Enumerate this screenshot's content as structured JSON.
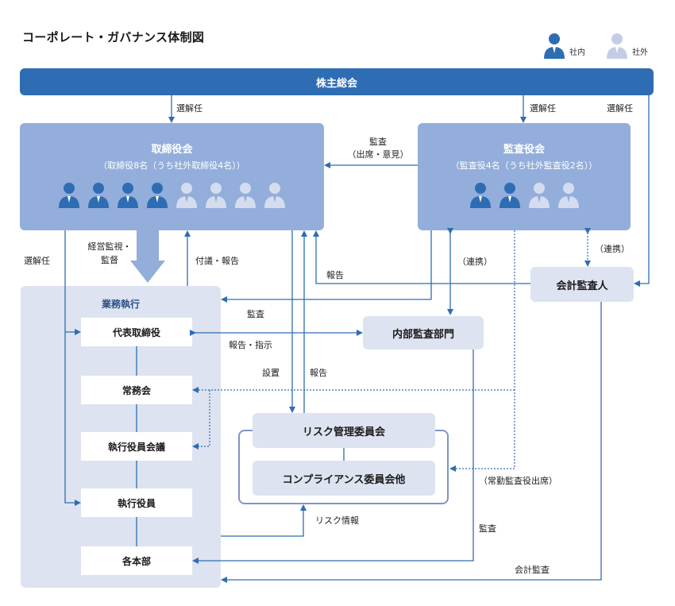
{
  "title": "コーポレート・ガバナンス体制図",
  "legend": {
    "inside": "社内",
    "outside": "社外"
  },
  "shareholders": "株主総会",
  "board": {
    "name": "取締役会",
    "sub": "（取締役8名（うち社外取締役4名））",
    "inside_count": 4,
    "outside_count": 4
  },
  "audit_board": {
    "name": "監査役会",
    "sub": "（監査役4名（うち社外監査役2名））",
    "inside_count": 2,
    "outside_count": 2
  },
  "accounting_auditor": "会計監査人",
  "execution": {
    "title": "業務執行",
    "boxes": [
      "代表取締役",
      "常務会",
      "執行役員会議",
      "執行役員",
      "各本部"
    ]
  },
  "internal_audit": "内部監査部門",
  "risk_committee": "リスク管理委員会",
  "compliance_committee": "コンプライアンス委員会他",
  "labels": {
    "appoint1": "選解任",
    "appoint2": "選解任",
    "appoint3": "選解任",
    "appoint_left": "選解任",
    "audit_attend": "監査",
    "audit_attend2": "（出席・意見）",
    "supervise": "経営監視・\n監督",
    "refer_report": "付議・報告",
    "report_board": "報告",
    "coop1": "（連携）",
    "coop2": "（連携）",
    "audit_exec": "監査",
    "report_instruct": "報告・指示",
    "establish": "設置",
    "report_risk": "報告",
    "standing_auditor": "（常勤監査役出席）",
    "risk_info": "リスク情報",
    "audit_internal": "監査",
    "accounting_audit": "会計監査"
  }
}
